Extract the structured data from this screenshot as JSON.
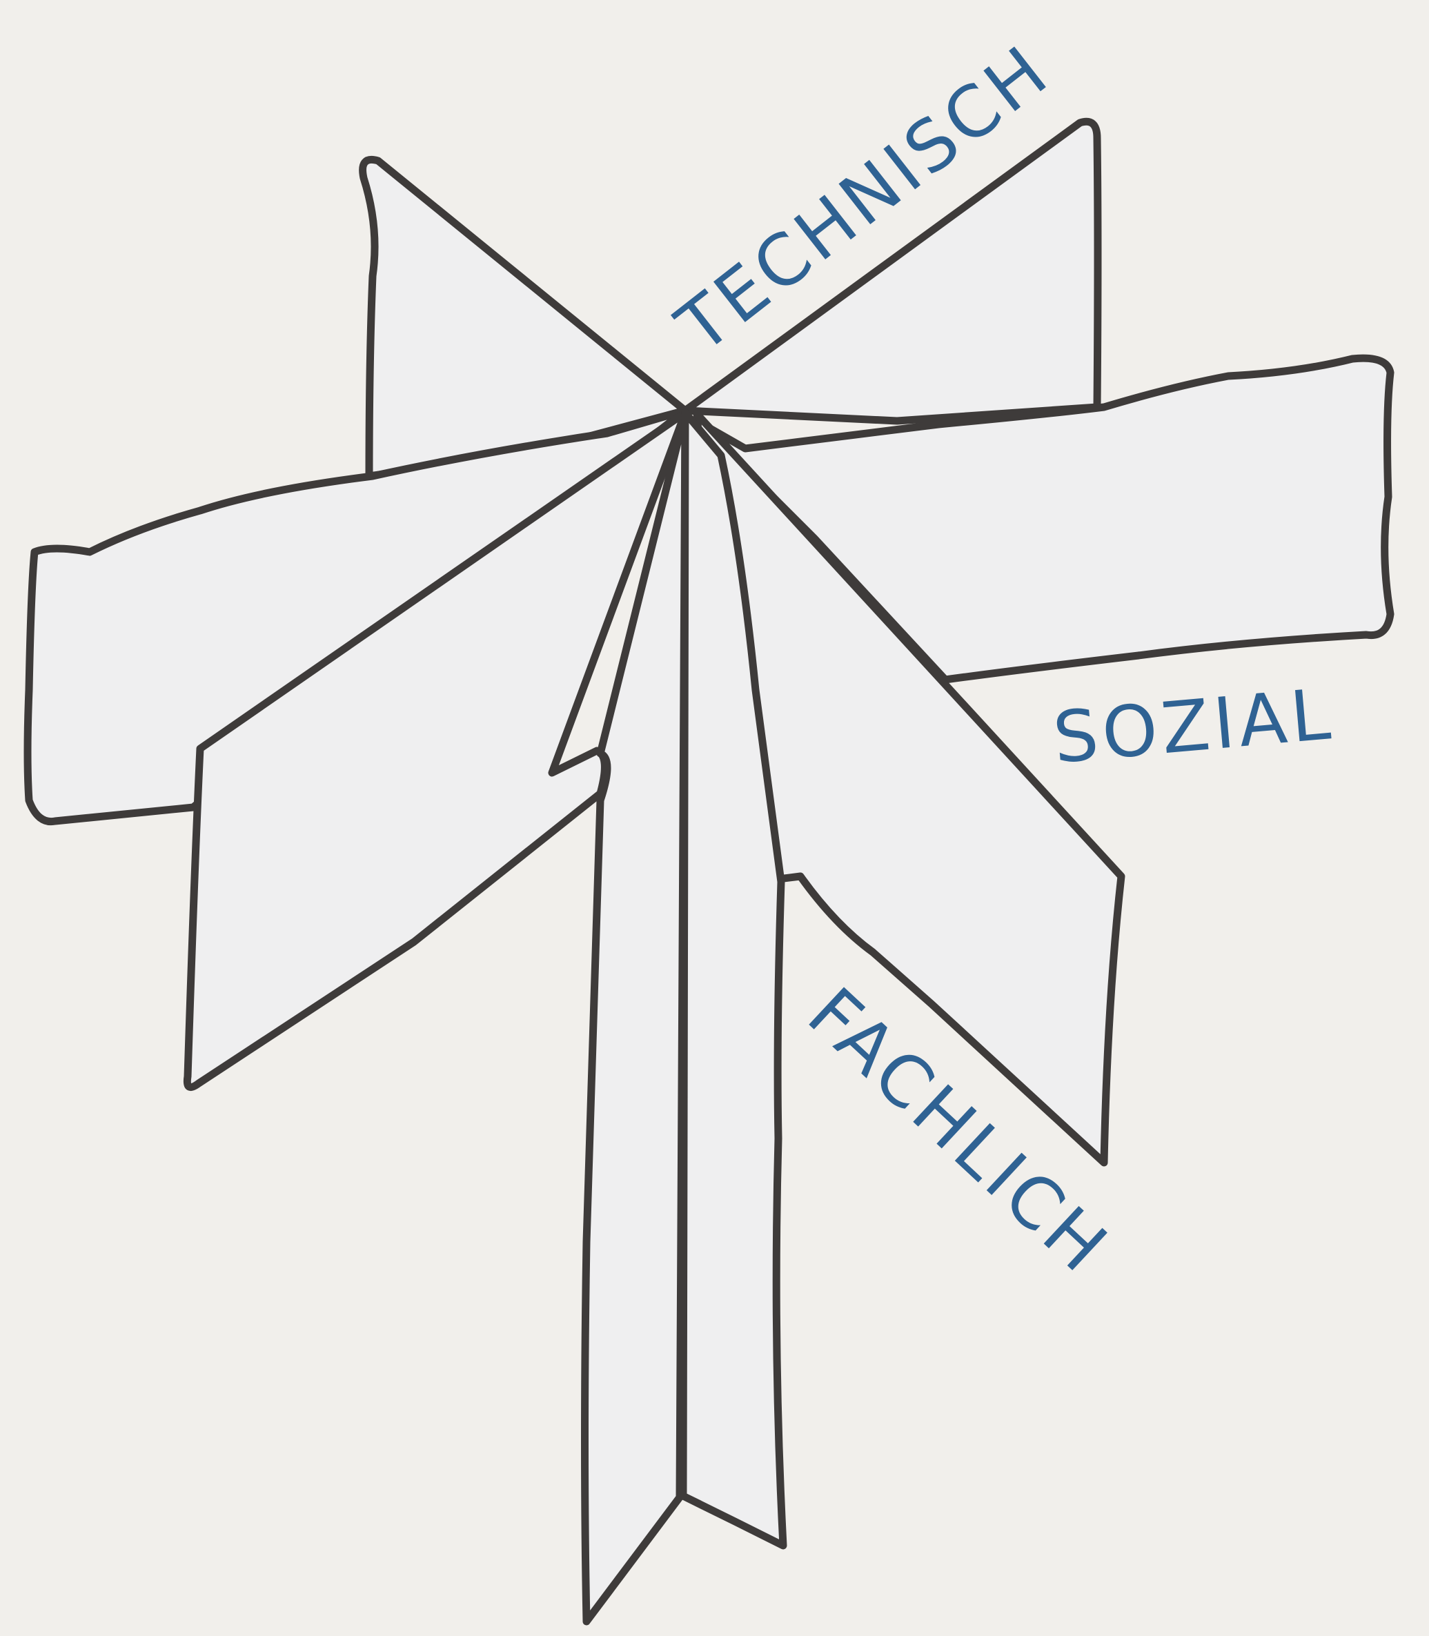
{
  "diagram": {
    "labels": {
      "technisch": "TECHNISCH",
      "sozial": "SOZIAL",
      "fachlich": "FACHLICH"
    },
    "colors": {
      "background": "#f1efeb",
      "shape_fill": "#efeff0",
      "outline": "#3e3b3a",
      "label_text": "#2f6293"
    }
  }
}
